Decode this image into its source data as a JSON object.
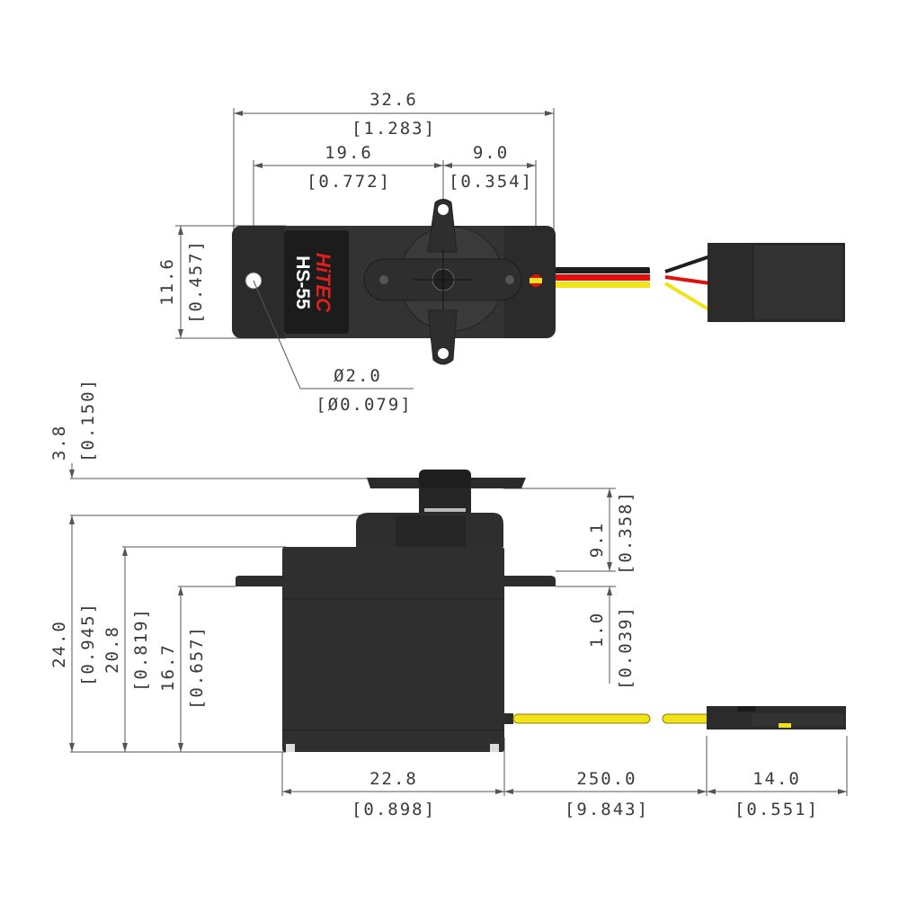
{
  "diagram": {
    "brand": "HiTEC",
    "model": "HS-55",
    "dimensions": {
      "overall_width": {
        "mm": "32.6",
        "in": "[1.283]"
      },
      "mount_spacing": {
        "mm": "19.6",
        "in": "[0.772]"
      },
      "shaft_offset": {
        "mm": "9.0",
        "in": "[0.354]"
      },
      "body_depth": {
        "mm": "11.6",
        "in": "[0.457]"
      },
      "hole_diameter": {
        "mm": "Ø2.0",
        "in": "[Ø0.079]"
      },
      "horn_thickness": {
        "mm": "3.8",
        "in": "[0.150]"
      },
      "total_height": {
        "mm": "24.0",
        "in": "[0.945]"
      },
      "case_height": {
        "mm": "20.8",
        "in": "[0.819]"
      },
      "flange_height": {
        "mm": "16.7",
        "in": "[0.657]"
      },
      "shaft_height": {
        "mm": "9.1",
        "in": "[0.358]"
      },
      "flange_thickness": {
        "mm": "1.0",
        "in": "[0.039]"
      },
      "body_width": {
        "mm": "22.8",
        "in": "[0.898]"
      },
      "wire_length": {
        "mm": "250.0",
        "in": "[9.843]"
      },
      "connector_length": {
        "mm": "14.0",
        "in": "[0.551]"
      }
    },
    "colors": {
      "body": "#2b2b2b",
      "wire_black": "#1e1e1e",
      "wire_red": "#e01010",
      "wire_yellow": "#f2e21a",
      "label_red": "#e0201c"
    }
  }
}
